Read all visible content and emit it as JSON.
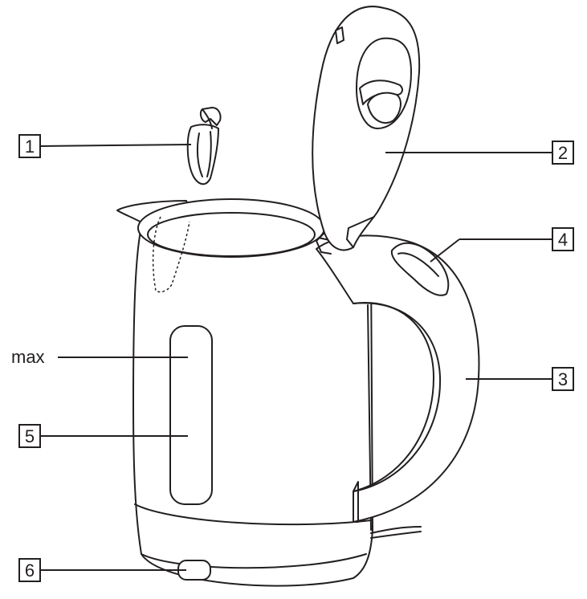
{
  "diagram": {
    "callouts": [
      {
        "id": "1",
        "label": "1"
      },
      {
        "id": "2",
        "label": "2"
      },
      {
        "id": "4",
        "label": "4"
      },
      {
        "id": "3",
        "label": "3"
      },
      {
        "id": "5",
        "label": "5"
      },
      {
        "id": "6",
        "label": "6"
      }
    ],
    "max_label": "max"
  },
  "colors": {
    "line": "#231f20",
    "background": "#ffffff"
  }
}
